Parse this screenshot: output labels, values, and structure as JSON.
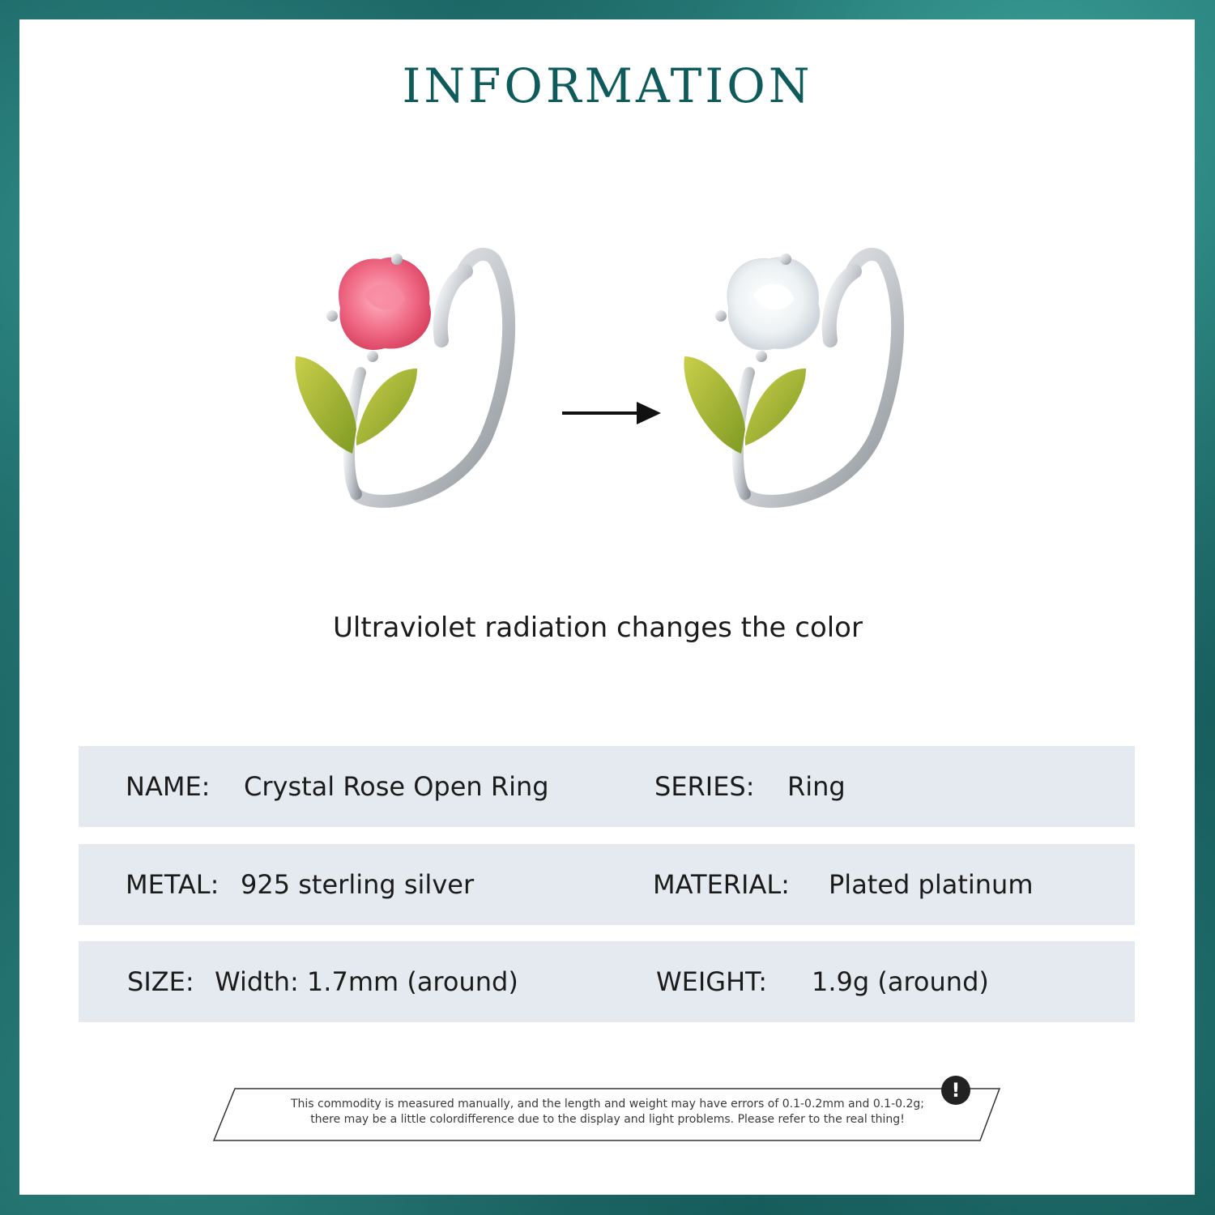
{
  "title": "INFORMATION",
  "caption": "Ultraviolet radiation changes the color",
  "images": {
    "before": {
      "name": "pink rose ring",
      "petal_color": "#f06a86",
      "leaf_color": "#a8b83a"
    },
    "after": {
      "name": "white rose ring",
      "petal_color": "#eef2f4",
      "leaf_color": "#a8b83a"
    },
    "arrow_icon": "arrow-right-icon"
  },
  "specs": [
    {
      "left_label": "NAME:",
      "left_value": "Crystal Rose Open Ring",
      "right_label": "SERIES:",
      "right_value": "Ring"
    },
    {
      "left_label": "METAL:",
      "left_value": "925 sterling silver",
      "right_label": "MATERIAL:",
      "right_value": "Plated platinum"
    },
    {
      "left_label": "SIZE:",
      "left_value": "Width: 1.7mm (around)",
      "right_label": "WEIGHT:",
      "right_value": "1.9g (around)"
    }
  ],
  "notice": {
    "line1": "This commodity is measured manually, and the length and weight may have errors of 0.1-0.2mm and 0.1-0.2g;",
    "line2": "there may be a little colordifference due to the display and light problems. Please refer to the real thing!",
    "icon": "exclamation-icon",
    "icon_glyph": "!"
  },
  "colors": {
    "title": "#0f5b5c",
    "row_bg": "#e4eaef",
    "frame": "#0f5457"
  }
}
